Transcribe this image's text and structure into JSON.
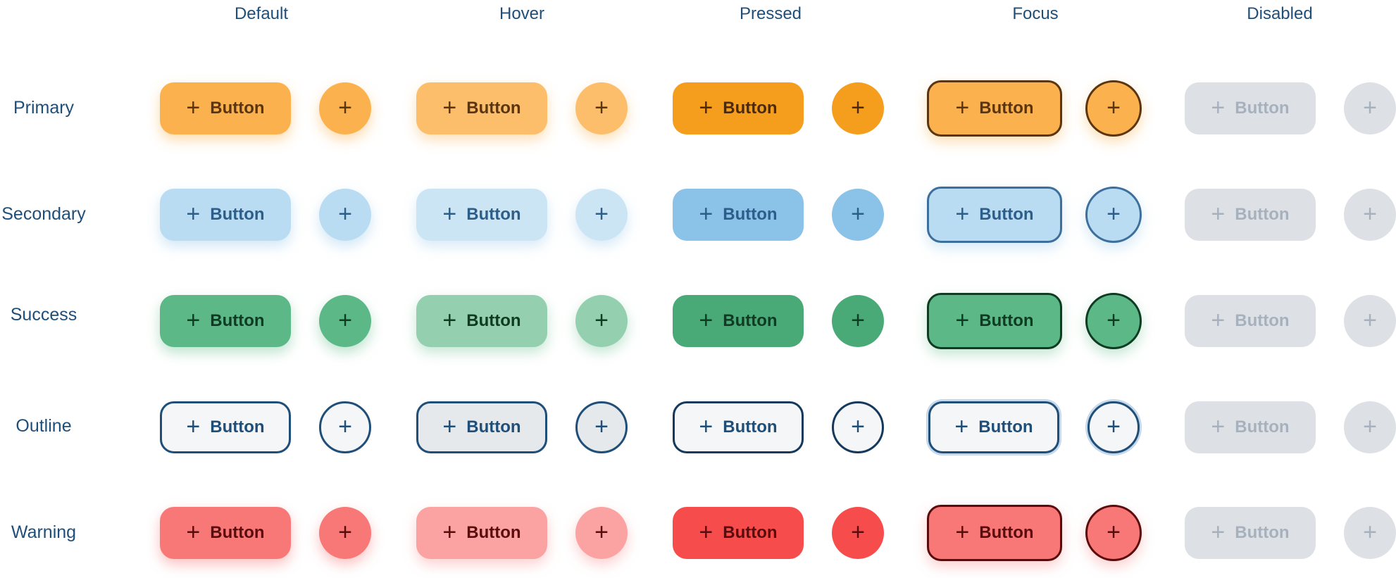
{
  "columns": [
    "Default",
    "Hover",
    "Pressed",
    "Focus",
    "Disabled"
  ],
  "rows": [
    "Primary",
    "Secondary",
    "Success",
    "Outline",
    "Warning"
  ],
  "button": {
    "label": "Button",
    "plus_glyph": "+"
  },
  "colors": {
    "header_text": "#1f4e79",
    "primary": "#fbb24e",
    "secondary": "#b9dcf2",
    "success": "#5cb987",
    "outline": "#1f4e79",
    "warning": "#f87777",
    "disabled": "#dde1e5"
  }
}
